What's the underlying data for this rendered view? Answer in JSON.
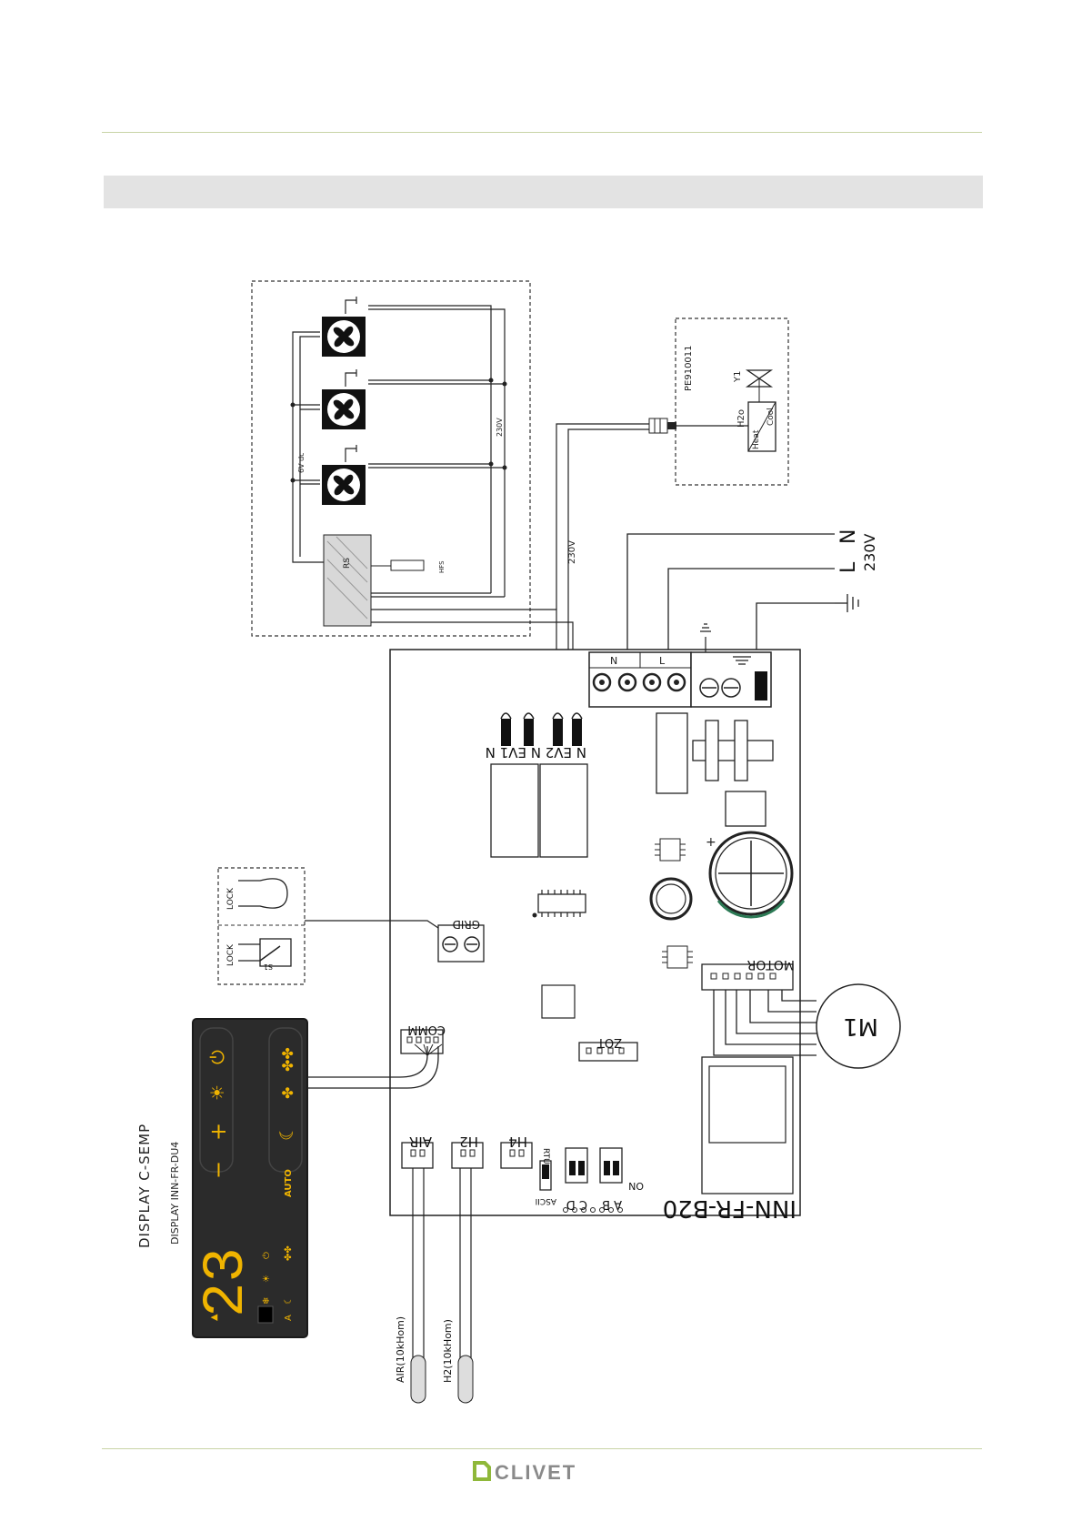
{
  "diagram": {
    "board_name": "INN-FR-B20",
    "display_title": "DISPLAY C-SEMP",
    "display_model": "DISPLAY INN-FR-DU4",
    "display_digits": "23",
    "display_auto": "AUTO",
    "motor_label": "M1",
    "connectors": {
      "motor": "MOTOR",
      "comm": "COMM",
      "grid": "GRID",
      "zot": "ZOT",
      "air": "AIR",
      "h2": "H2",
      "h4": "H4",
      "rtu": "RTU",
      "ascii": "ASCII",
      "cd": "C D",
      "ab": "A B",
      "on": "ON"
    },
    "relay_labels": "N EV2 N EV1 N",
    "terminal_n": "N",
    "terminal_l": "L",
    "supply_n": "N",
    "supply_l": "L",
    "supply_voltage": "230V",
    "wire_voltage": "230V",
    "fan_voltage_dc": "6V dc",
    "fan_voltage_ac": "230V",
    "lock_label_1": "LOCK",
    "lock_label_2": "LOCK",
    "switch_label": "S1",
    "valve_part": "PE910011",
    "valve_label": "Y1",
    "h2o_label": "H2o",
    "heat_label": "Heat",
    "cool_label": "Cool",
    "probe_air": "AIR(10kHom)",
    "probe_h2": "H2(10kHom)",
    "rs_label": "RS",
    "hfs_label": "HFS"
  },
  "brand": {
    "logo_text": "CLIVET",
    "rule_color": "#c8d4a6",
    "band_color": "#e3e3e3",
    "display_bg": "#2b2b2b",
    "display_glyph": "#f0b400"
  }
}
